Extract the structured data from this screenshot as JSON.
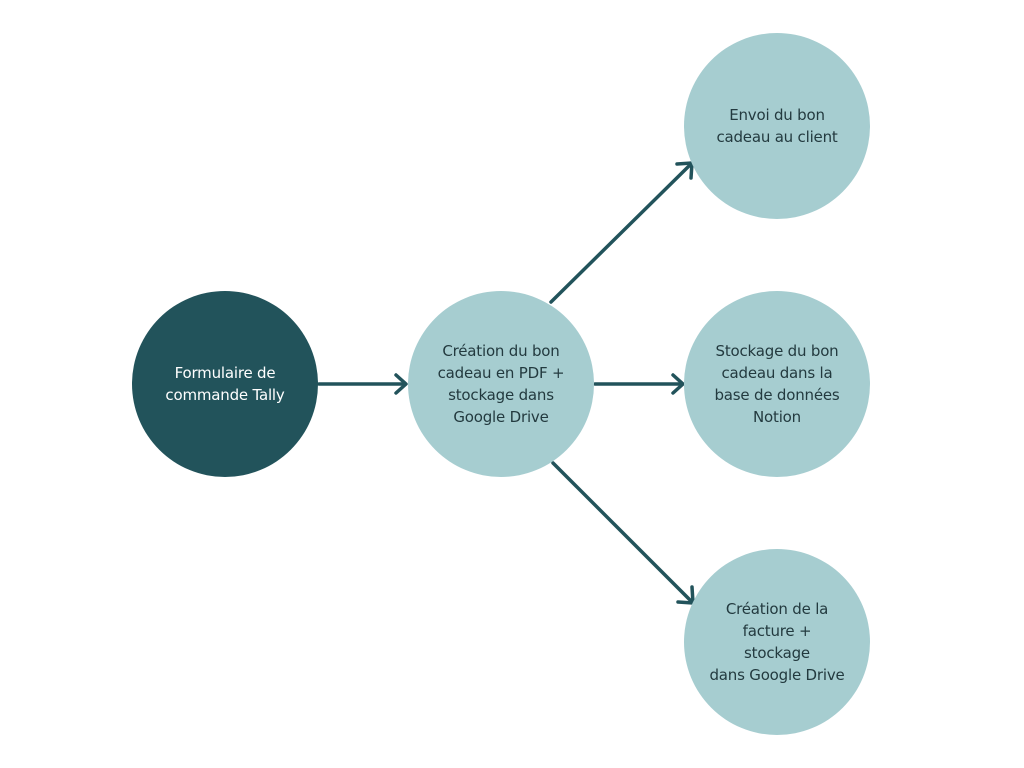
{
  "colors": {
    "dark_node": "#22535b",
    "light_node": "#a6cdd0",
    "arrow": "#22535b",
    "dark_text": "#ffffff",
    "light_text": "#233a3f"
  },
  "nodes": {
    "form": {
      "label": "Formulaire de\ncommande Tally"
    },
    "pdf": {
      "label": "Création du bon\ncadeau en PDF +\nstockage dans\nGoogle Drive"
    },
    "send": {
      "label": "Envoi du bon\ncadeau au client"
    },
    "notion": {
      "label": "Stockage du bon\ncadeau dans la\nbase de données\nNotion"
    },
    "invoice": {
      "label": "Création de la\nfacture + stockage\ndans Google Drive"
    }
  }
}
